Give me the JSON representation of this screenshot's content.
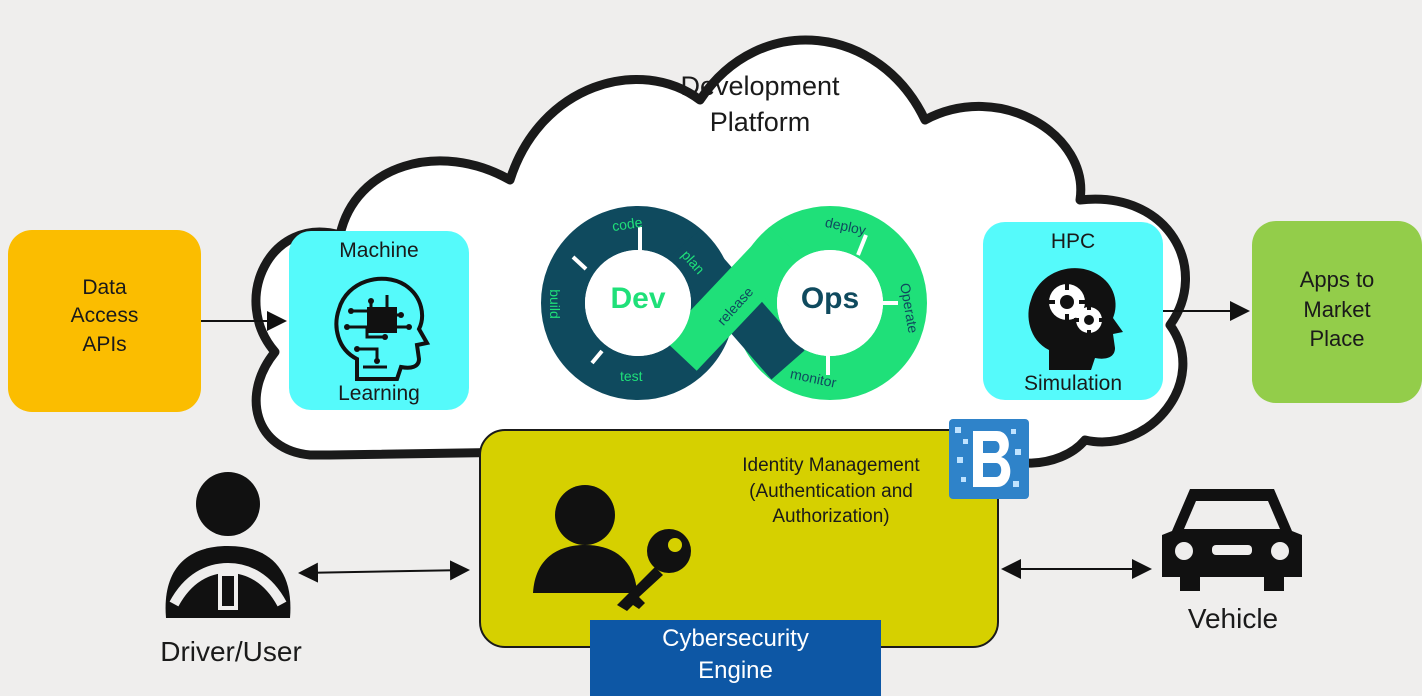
{
  "cloud": {
    "title": "Development\nPlatform"
  },
  "data_access": {
    "label": "Data\nAccess\nAPIs"
  },
  "machine_learning": {
    "top_label": "Machine",
    "bottom_label": "Learning"
  },
  "devops": {
    "dev_label": "Dev",
    "ops_label": "Ops",
    "steps": {
      "code": "code",
      "build": "build",
      "test": "test",
      "plan": "plan",
      "release": "release",
      "deploy": "deploy",
      "operate": "Operate",
      "monitor": "monitor"
    }
  },
  "hpc": {
    "top_label": "HPC",
    "bottom_label": "Simulation"
  },
  "apps": {
    "label": "Apps to\nMarket\nPlace"
  },
  "identity": {
    "label": "Identity  Management\n(Authentication and\nAuthorization)"
  },
  "cybersecurity": {
    "label": "Cybersecurity\nEngine"
  },
  "driver": {
    "label": "Driver/User"
  },
  "vehicle": {
    "label": "Vehicle"
  },
  "colors": {
    "background": "#efeeed",
    "orange": "#fbbd00",
    "green_box": "#93cd4a",
    "cyan": "#55fafb",
    "yellow": "#d6d000",
    "blue": "#0d57a5",
    "devops_dark": "#0f4a5e",
    "devops_green": "#1fe079"
  }
}
